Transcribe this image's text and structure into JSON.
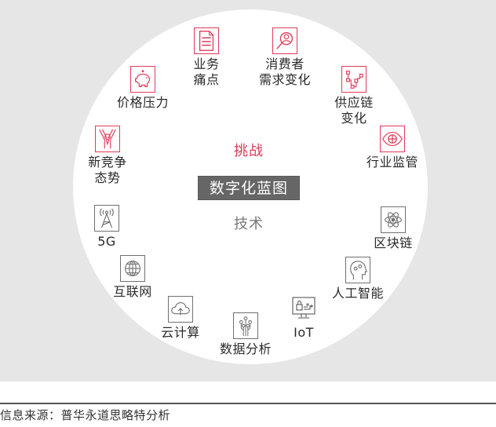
{
  "diagram": {
    "title": "数字化蓝图",
    "challenge_label": "挑战",
    "technology_label": "技术",
    "colors": {
      "challenge_accent": "#e03a5a",
      "technology_gray": "#707070",
      "title_box_bg": "#666666",
      "panel_bg": "#e6e6e6"
    },
    "challenges": [
      {
        "id": "business-pain",
        "icon": "document-icon",
        "label_lines": [
          "业务",
          "痛点"
        ]
      },
      {
        "id": "consumer-demand",
        "icon": "user-search-icon",
        "label_lines": [
          "消费者",
          "需求变化"
        ]
      },
      {
        "id": "price-pressure",
        "icon": "piggy-bank-icon",
        "label_lines": [
          "价格压力"
        ]
      },
      {
        "id": "supply-chain",
        "icon": "flowchart-icon",
        "label_lines": [
          "供应链",
          "变化"
        ]
      },
      {
        "id": "new-competition",
        "icon": "raised-hands-icon",
        "label_lines": [
          "新竞争",
          "态势"
        ]
      },
      {
        "id": "regulation",
        "icon": "eye-icon",
        "label_lines": [
          "行业监管"
        ]
      }
    ],
    "technologies": [
      {
        "id": "5g",
        "icon": "antenna-tower-icon",
        "label_lines": [
          "5G"
        ]
      },
      {
        "id": "blockchain",
        "icon": "atom-icon",
        "label_lines": [
          "区块链"
        ]
      },
      {
        "id": "internet",
        "icon": "globe-icon",
        "label_lines": [
          "互联网"
        ]
      },
      {
        "id": "ai",
        "icon": "head-gears-icon",
        "label_lines": [
          "人工智能"
        ]
      },
      {
        "id": "cloud",
        "icon": "cloud-upload-icon",
        "label_lines": [
          "云计算"
        ]
      },
      {
        "id": "iot",
        "icon": "monitor-lock-icon",
        "label_lines": [
          "IoT"
        ]
      },
      {
        "id": "data-analytics",
        "icon": "circuit-icon",
        "label_lines": [
          "数据分析"
        ]
      }
    ]
  },
  "footer": {
    "source": "信息来源：普华永道思略特分析"
  }
}
